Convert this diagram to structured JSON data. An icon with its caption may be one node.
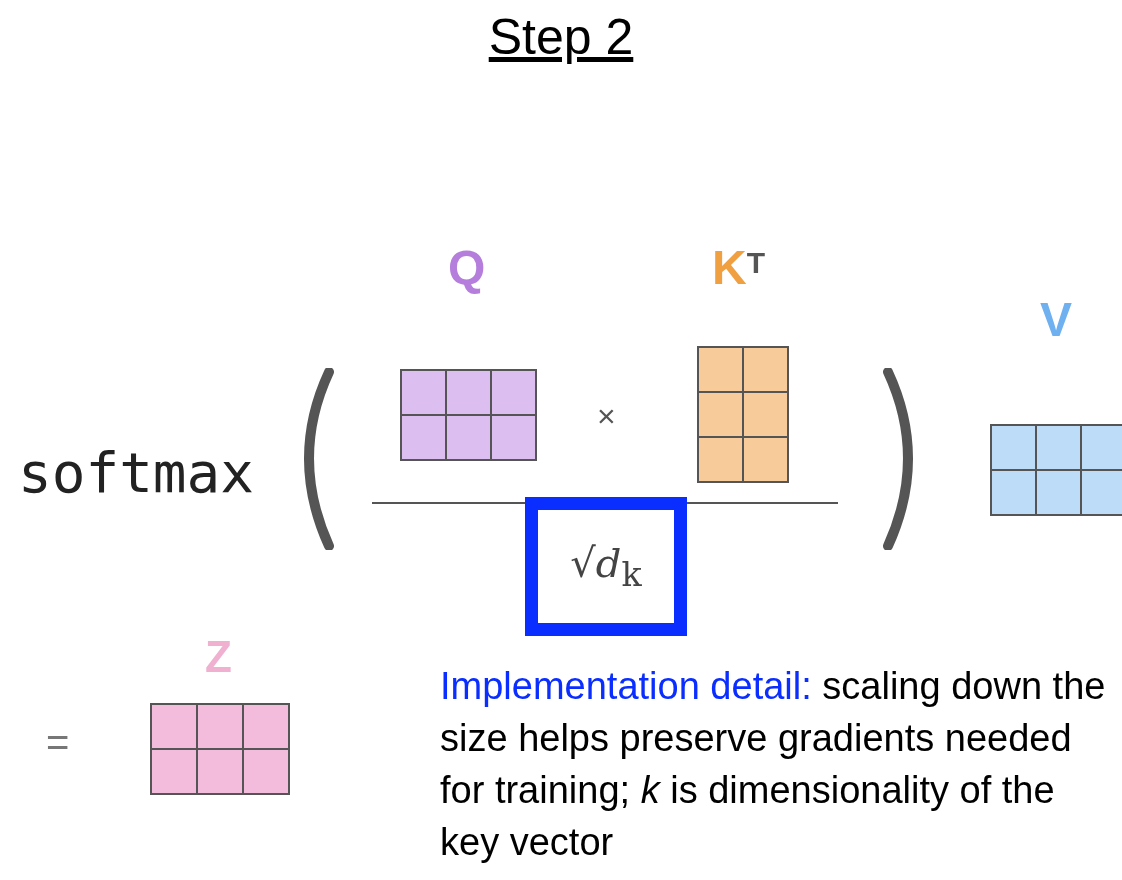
{
  "diagram": {
    "title": "Step 2",
    "nodes": [
      {
        "text": [
          "√*d*$_{k}$"
        ]
      }
    ],
    "labels": [
      "softmax",
      "Q",
      "K$^{T}$",
      "×",
      "V",
      "=",
      "Z",
      "Implementation detail:",
      "scaling down the size helps preserve gradients needed for training; *k* is dimensionality of the key vector"
    ]
  }
}
